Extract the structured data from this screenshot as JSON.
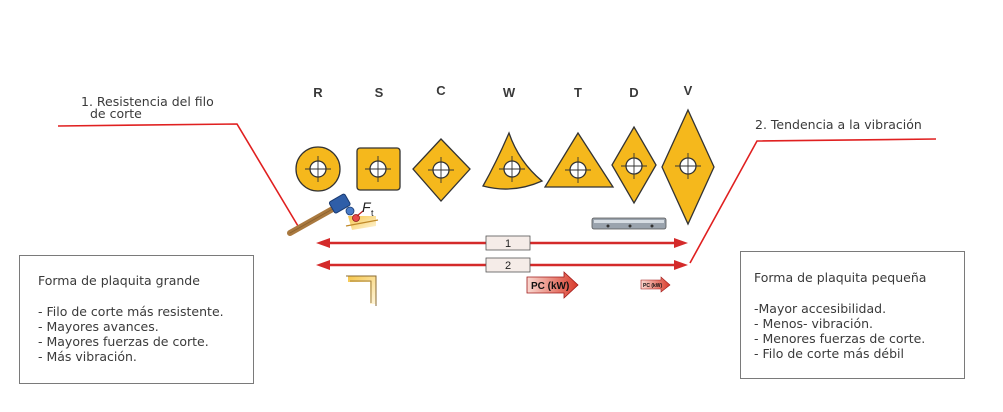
{
  "shapes": [
    {
      "letter": "R",
      "name": "round"
    },
    {
      "letter": "S",
      "name": "square"
    },
    {
      "letter": "C",
      "name": "rhombic-80"
    },
    {
      "letter": "W",
      "name": "trigon"
    },
    {
      "letter": "T",
      "name": "triangular"
    },
    {
      "letter": "D",
      "name": "rhombic-55"
    },
    {
      "letter": "V",
      "name": "rhombic-35"
    }
  ],
  "left_annotation": {
    "line1": "1. Resistencia del filo",
    "line2": "de corte"
  },
  "right_annotation": {
    "text": "2. Tendencia a la vibración"
  },
  "arrows": [
    {
      "label": "1"
    },
    {
      "label": "2"
    }
  ],
  "force_label": {
    "symbol": "F",
    "subscript": "t"
  },
  "power_labels": {
    "large": "PC (kW)",
    "small": "PC (kW)"
  },
  "box_left": {
    "title": "Forma de plaquita grande",
    "items": [
      "- Filo de corte más resistente.",
      "- Mayores avances.",
      "- Mayores fuerzas de corte.",
      "- Más vibración."
    ]
  },
  "box_right": {
    "title": "Forma de plaquita pequeña",
    "items": [
      "-Mayor accesibilidad.",
      "- Menos- vibración.",
      "- Menores fuerzas de corte.",
      "- Filo de corte más débil"
    ]
  },
  "colors": {
    "insert_fill": "#f5b81c",
    "insert_stroke": "#333333",
    "annotation_line": "#e02020",
    "arrow": "#d42a2a"
  }
}
